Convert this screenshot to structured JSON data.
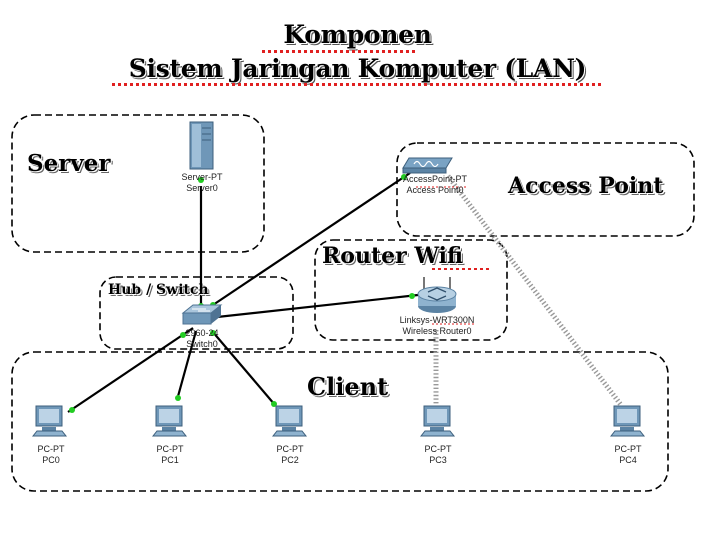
{
  "title": {
    "line1": "Komponen",
    "line2": "Sistem Jaringan Komputer (LAN)"
  },
  "groups": {
    "server": "Server",
    "access_point": "Access Point",
    "router_wifi": "Router Wifi",
    "hub_switch": "Hub / Switch",
    "client": "Client"
  },
  "devices": {
    "server": {
      "model": "Server-PT",
      "name": "Server0",
      "icon": "server-icon"
    },
    "access_point": {
      "model": "AccessPoint-PT",
      "name": "Access Point0",
      "icon": "access-point-icon"
    },
    "router": {
      "model": "Linksys-WRT300N",
      "name": "Wireless Router0",
      "icon": "wireless-router-icon"
    },
    "switch": {
      "model": "2960-24",
      "name": "Switch0",
      "icon": "switch-icon"
    },
    "pc0": {
      "model": "PC-PT",
      "name": "PC0",
      "icon": "pc-icon"
    },
    "pc1": {
      "model": "PC-PT",
      "name": "PC1",
      "icon": "pc-icon"
    },
    "pc2": {
      "model": "PC-PT",
      "name": "PC2",
      "icon": "pc-icon"
    },
    "pc3": {
      "model": "PC-PT",
      "name": "PC3",
      "icon": "pc-icon"
    },
    "pc4": {
      "model": "PC-PT",
      "name": "PC4",
      "icon": "pc-icon"
    }
  },
  "links": [
    {
      "from": "switch",
      "to": "server",
      "type": "wired"
    },
    {
      "from": "switch",
      "to": "access_point",
      "type": "wired"
    },
    {
      "from": "switch",
      "to": "router",
      "type": "wired"
    },
    {
      "from": "switch",
      "to": "pc0",
      "type": "wired"
    },
    {
      "from": "switch",
      "to": "pc1",
      "type": "wired"
    },
    {
      "from": "switch",
      "to": "pc2",
      "type": "wired"
    },
    {
      "from": "router",
      "to": "pc3",
      "type": "wireless"
    },
    {
      "from": "access_point",
      "to": "pc4",
      "type": "wireless"
    }
  ],
  "colors": {
    "link_endpoint": "#22cc22",
    "wired_link": "#000000",
    "wireless_link": "#888888",
    "title_underline": "#e02020"
  }
}
